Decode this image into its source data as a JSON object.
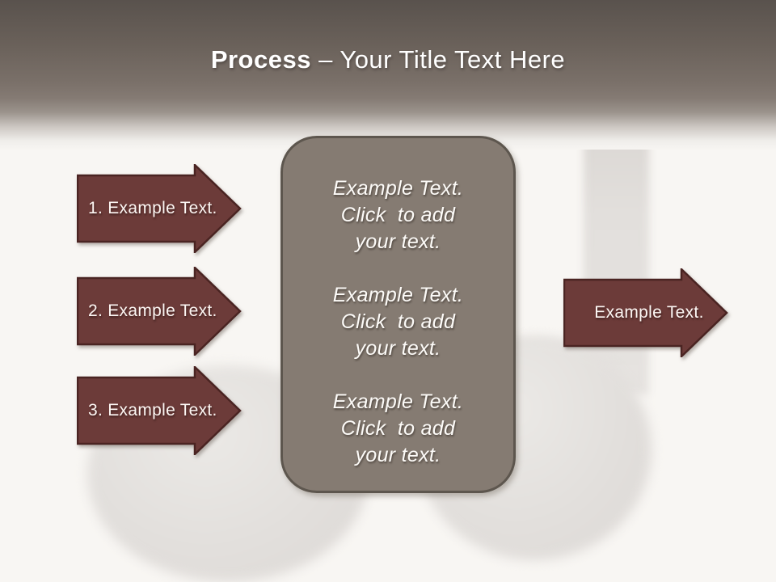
{
  "title": {
    "bold": "Process",
    "rest": " – Your Title Text Here"
  },
  "left_arrows": [
    {
      "label": "1. Example Text."
    },
    {
      "label": "2. Example Text."
    },
    {
      "label": "3. Example Text."
    }
  ],
  "right_arrow": {
    "label": "Example Text."
  },
  "center_box": {
    "blocks": [
      {
        "lines": [
          "Example Text.",
          "Click  to add",
          "your text."
        ]
      },
      {
        "lines": [
          "Example Text.",
          "Click  to add",
          "your text."
        ]
      },
      {
        "lines": [
          "Example Text.",
          "Click  to add",
          "your text."
        ]
      }
    ]
  },
  "colors": {
    "arrow_fill": "#6c3b39",
    "arrow_border": "#4a2422",
    "box_fill": "#857b72",
    "box_border": "#5d564e",
    "title_color": "#ffffff",
    "bg_color": "#f8f6f3",
    "header_top": "#59524d"
  }
}
